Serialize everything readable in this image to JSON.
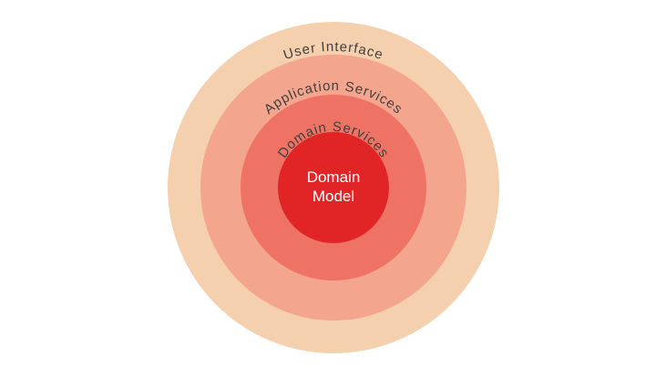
{
  "background_color": "#ffffff",
  "label_color": "#3f3f3f",
  "center_label_color": "#ffffff",
  "diagram": {
    "type": "concentric-layers",
    "layers": [
      {
        "name": "user-interface",
        "label": "User Interface",
        "color": "#f5d0ae"
      },
      {
        "name": "application-services",
        "label": "Application Services",
        "color": "#f4a58d"
      },
      {
        "name": "domain-services",
        "label": "Domain Services",
        "color": "#ee7365"
      },
      {
        "name": "domain-model",
        "label": "Domain Model",
        "label_lines": [
          "Domain",
          "Model"
        ],
        "color": "#e12425"
      }
    ]
  }
}
